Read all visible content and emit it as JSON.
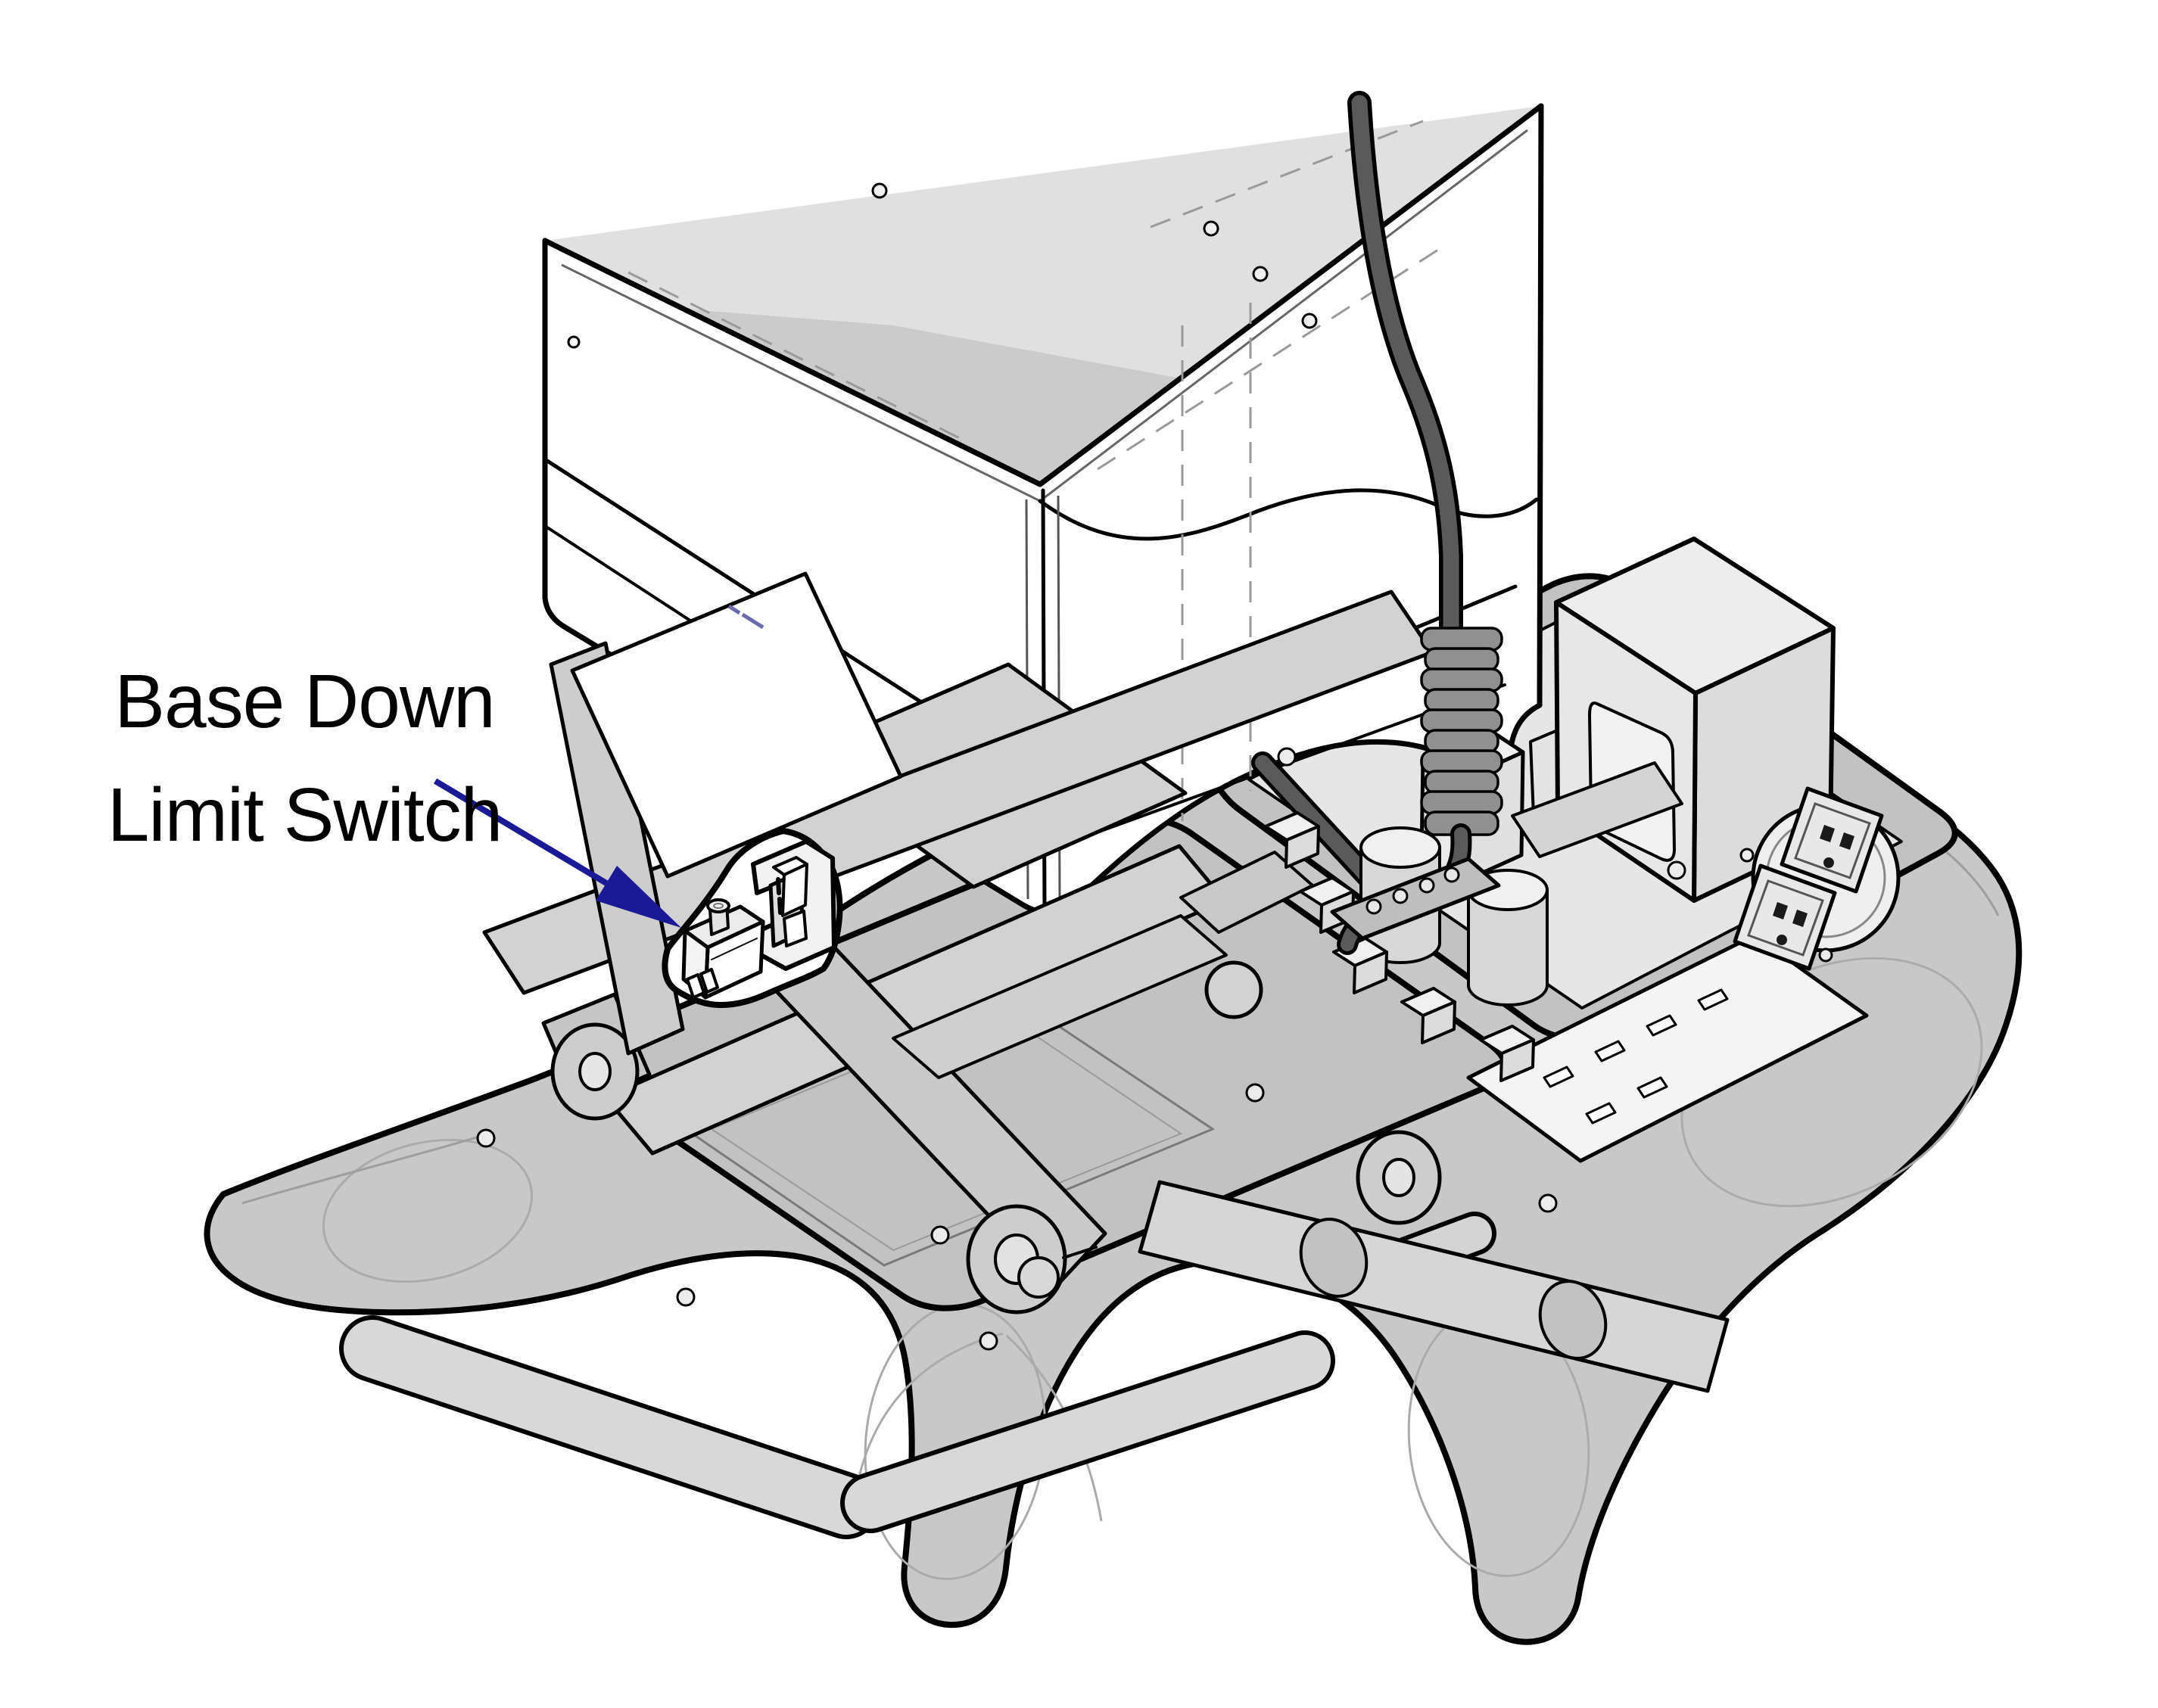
{
  "callout": {
    "label": "Base Down Limit Switch",
    "lines": [
      "Base Down",
      "Limit Switch"
    ]
  },
  "colors": {
    "background": "#ffffff",
    "outline": "#000000",
    "base_plate": "#c8c8c8",
    "tray": "#c2c2c2",
    "mechanism": "#d2d2d2",
    "shell_top": "#e0e0e0",
    "shell_wedge": "#cbcbcb",
    "board": "#e6e6e6",
    "component": "#dcdcdc",
    "cable": "#5a5a5a",
    "coil": "#909090",
    "arrow": "#1a1a96",
    "hidden_line": "#9a9a9a",
    "blue_dash": "#6a6aac",
    "label_text": "#000000"
  }
}
